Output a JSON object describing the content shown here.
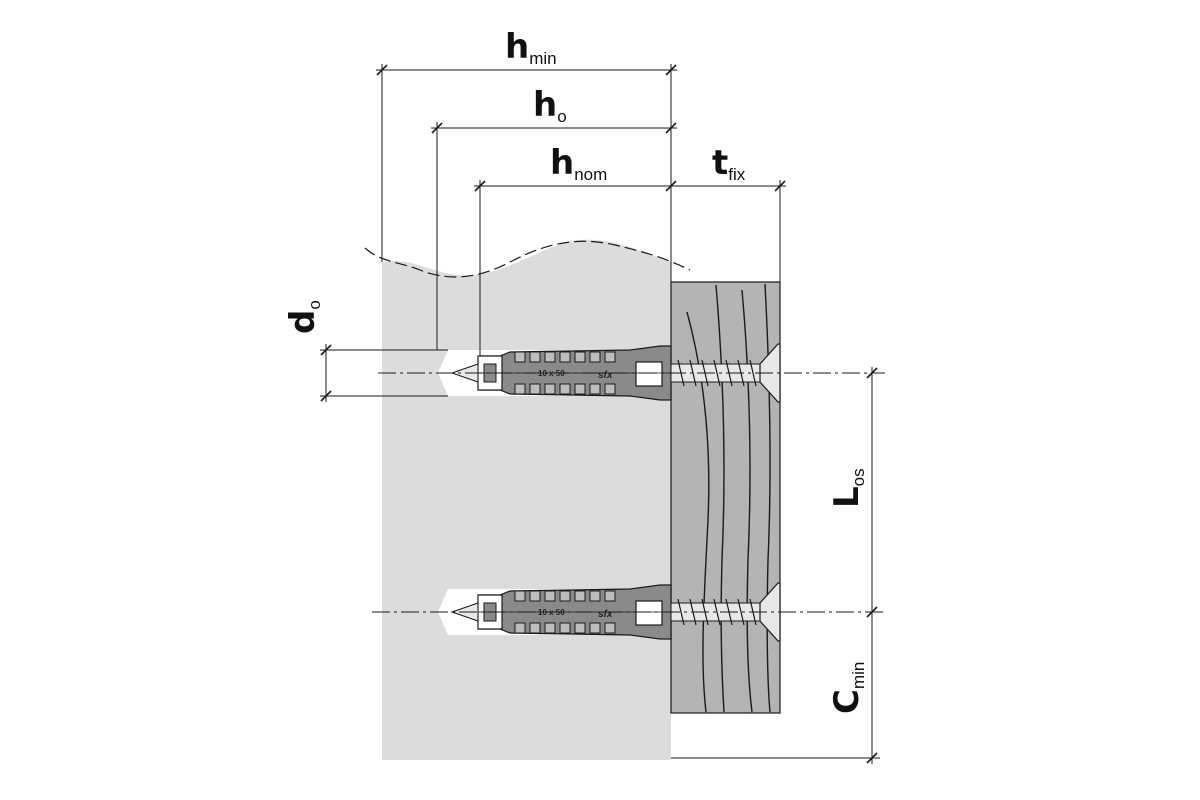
{
  "labels": {
    "h_min": {
      "main": "h",
      "sub": "min"
    },
    "h_o": {
      "main": "h",
      "sub": "o"
    },
    "h_nom": {
      "main": "h",
      "sub": "nom"
    },
    "t_fix": {
      "main": "t",
      "sub": "fix"
    },
    "d_o": {
      "main": "d",
      "sub": "o"
    },
    "L_os": {
      "main": "L",
      "sub": "os"
    },
    "C_min": {
      "main": "C",
      "sub": "min"
    }
  },
  "anchor": {
    "size_marking": "10 x 50",
    "brand_marking": "sfx"
  },
  "colors": {
    "base_material": "#dcdcdc",
    "fixture": "#b4b4b4",
    "line": "#1a1a1a",
    "plug": "#8a8a8a",
    "screw": "#e8e8e8"
  }
}
